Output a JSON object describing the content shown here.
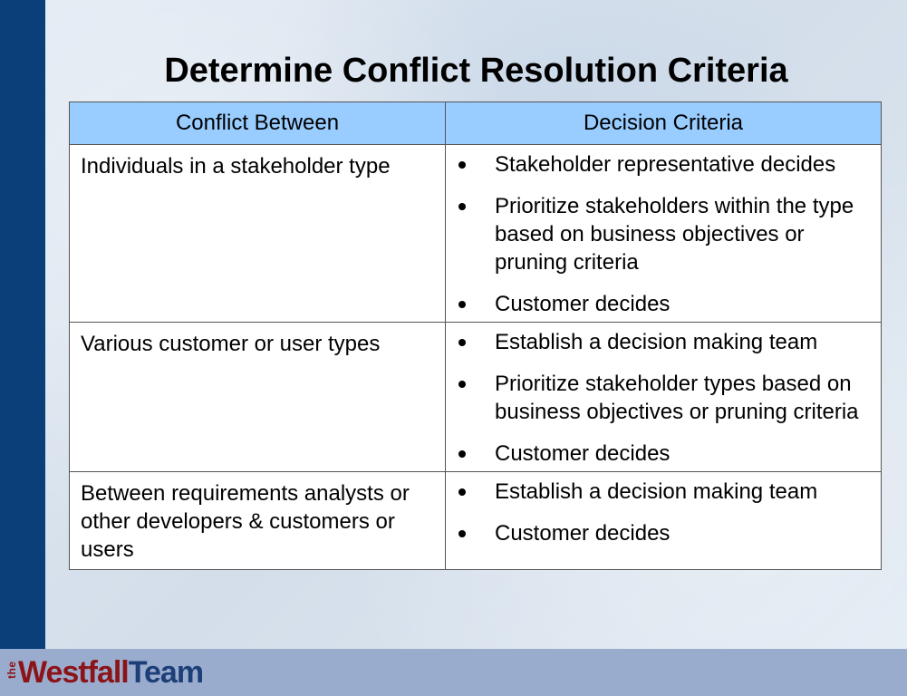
{
  "title": "Determine Conflict Resolution Criteria",
  "table": {
    "headers": [
      "Conflict Between",
      "Decision Criteria"
    ],
    "rows": [
      {
        "conflict": "Individuals in a stakeholder type",
        "criteria": [
          "Stakeholder representative decides",
          "Prioritize stakeholders within the type based on business objectives or pruning criteria",
          "Customer decides"
        ]
      },
      {
        "conflict": "Various customer or user types",
        "criteria": [
          "Establish a decision making team",
          "Prioritize stakeholder types based on business objectives or pruning criteria",
          "Customer decides"
        ]
      },
      {
        "conflict": "Between requirements analysts or other developers & customers or users",
        "criteria": [
          "Establish a decision making team",
          "Customer decides"
        ]
      }
    ]
  },
  "footer": {
    "logo_the": "the",
    "logo_westfall": "Westfall",
    "logo_team": "Team"
  },
  "colors": {
    "sidebar": "#0a3f7a",
    "header_fill": "#99ccff",
    "footer_band": "#9aaccd",
    "logo_red": "#8a1418",
    "logo_blue": "#1d3f78"
  }
}
